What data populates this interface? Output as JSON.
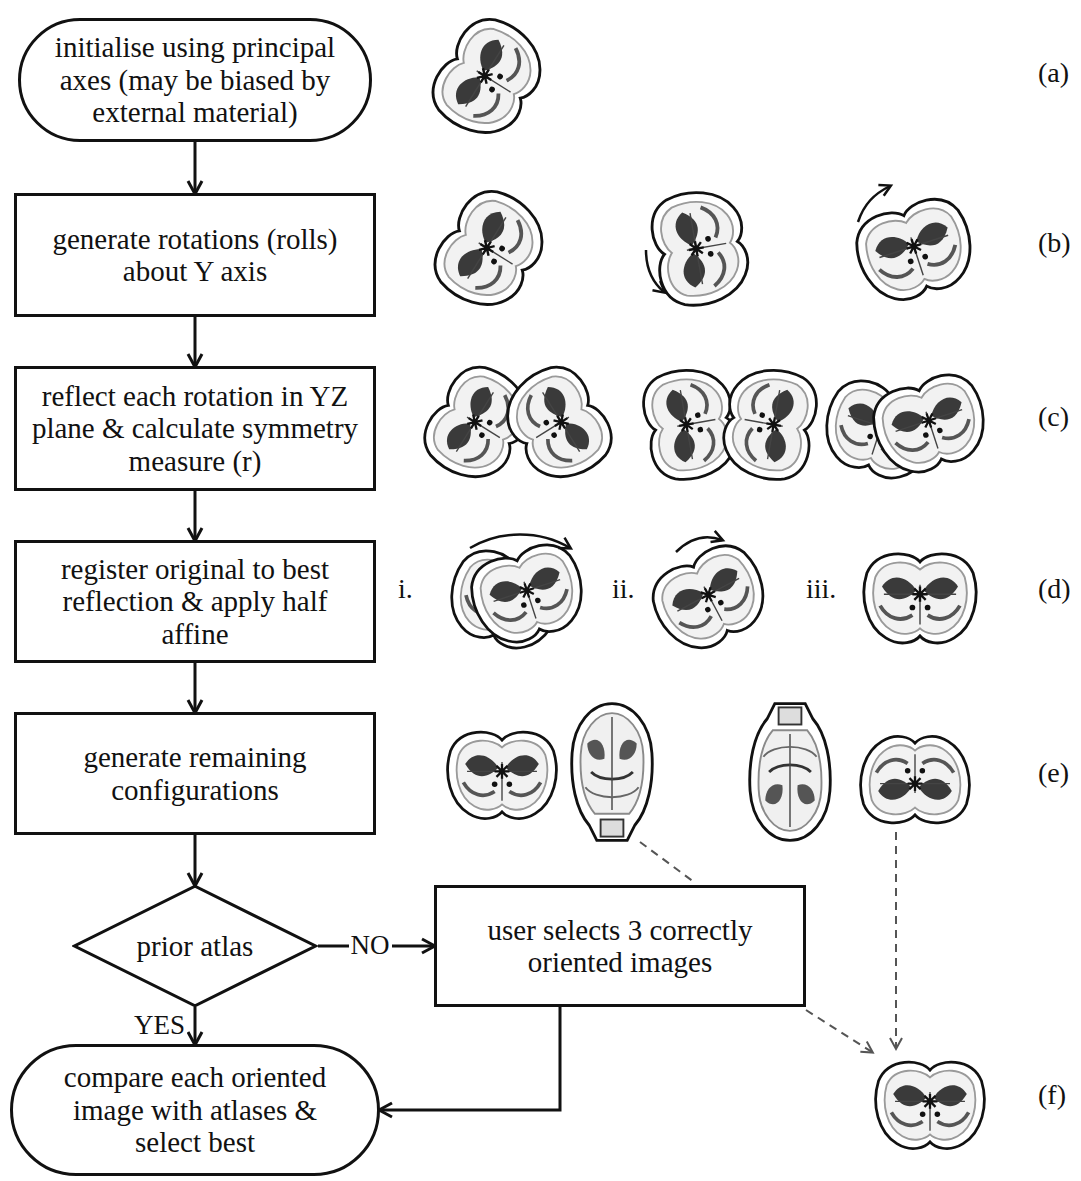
{
  "diagram": {
    "nodes": [
      {
        "text": [
          "initialise using principal axes (may be biased by external material)"
        ]
      },
      {
        "text": [
          "generate rotations (rolls) about Y axis"
        ]
      },
      {
        "text": [
          "reflect each rotation in YZ plane & calculate symmetry measure (r)"
        ]
      },
      {
        "text": [
          "register original to best reflection & apply half affine"
        ]
      },
      {
        "text": [
          "generate remaining configurations"
        ]
      },
      {
        "text": [
          "prior atlas"
        ]
      },
      {
        "text": [
          "user selects 3 correctly oriented images"
        ]
      },
      {
        "text": [
          "compare each oriented image with atlases & select best"
        ]
      }
    ],
    "edges": [
      {
        "from": 0,
        "to": 1,
        "arrow": "to"
      },
      {
        "from": 1,
        "to": 2,
        "arrow": "to"
      },
      {
        "from": 2,
        "to": 3,
        "arrow": "to"
      },
      {
        "from": 3,
        "to": 4,
        "arrow": "to"
      },
      {
        "from": 4,
        "to": 5,
        "arrow": "to"
      },
      {
        "from": 5,
        "to": 6,
        "label": "NO",
        "arrow": "to"
      },
      {
        "from": 5,
        "to": 7,
        "label": "YES",
        "arrow": "to"
      },
      {
        "from": 6,
        "to": 7,
        "arrow": "to"
      }
    ],
    "labels": [
      "(a)",
      "(b)",
      "(c)",
      "(d)",
      "(e)",
      "(f)",
      "i.",
      "ii.",
      "iii."
    ]
  }
}
